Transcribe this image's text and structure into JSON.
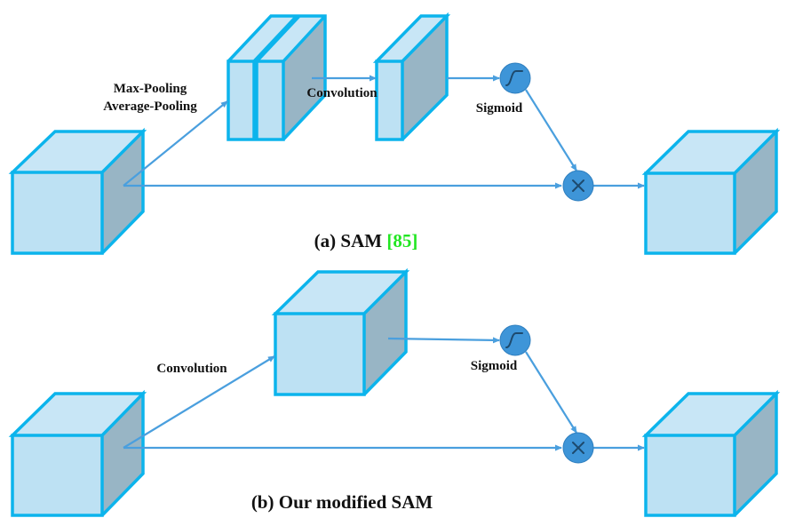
{
  "figure": {
    "panel_a": {
      "caption_prefix": "(a) SAM",
      "caption_ref": "[85]",
      "ref_color": "#22e622",
      "labels": {
        "pooling_line1": "Max-Pooling",
        "pooling_line2": "Average-Pooling",
        "convolution": "Convolution",
        "sigmoid": "Sigmoid"
      }
    },
    "panel_b": {
      "caption": "(b) Our modified SAM",
      "labels": {
        "convolution": "Convolution",
        "sigmoid": "Sigmoid"
      }
    },
    "operators": {
      "sigmoid_icon": "sigmoid-curve-icon",
      "multiply_icon": "multiply-x-icon"
    },
    "colors": {
      "cube_edge": "#0cb4ec",
      "cube_front": "#bde1f3",
      "cube_side": "#98b5c5",
      "arrow": "#4a9fde",
      "operator_fill": "#3e95d8"
    }
  }
}
